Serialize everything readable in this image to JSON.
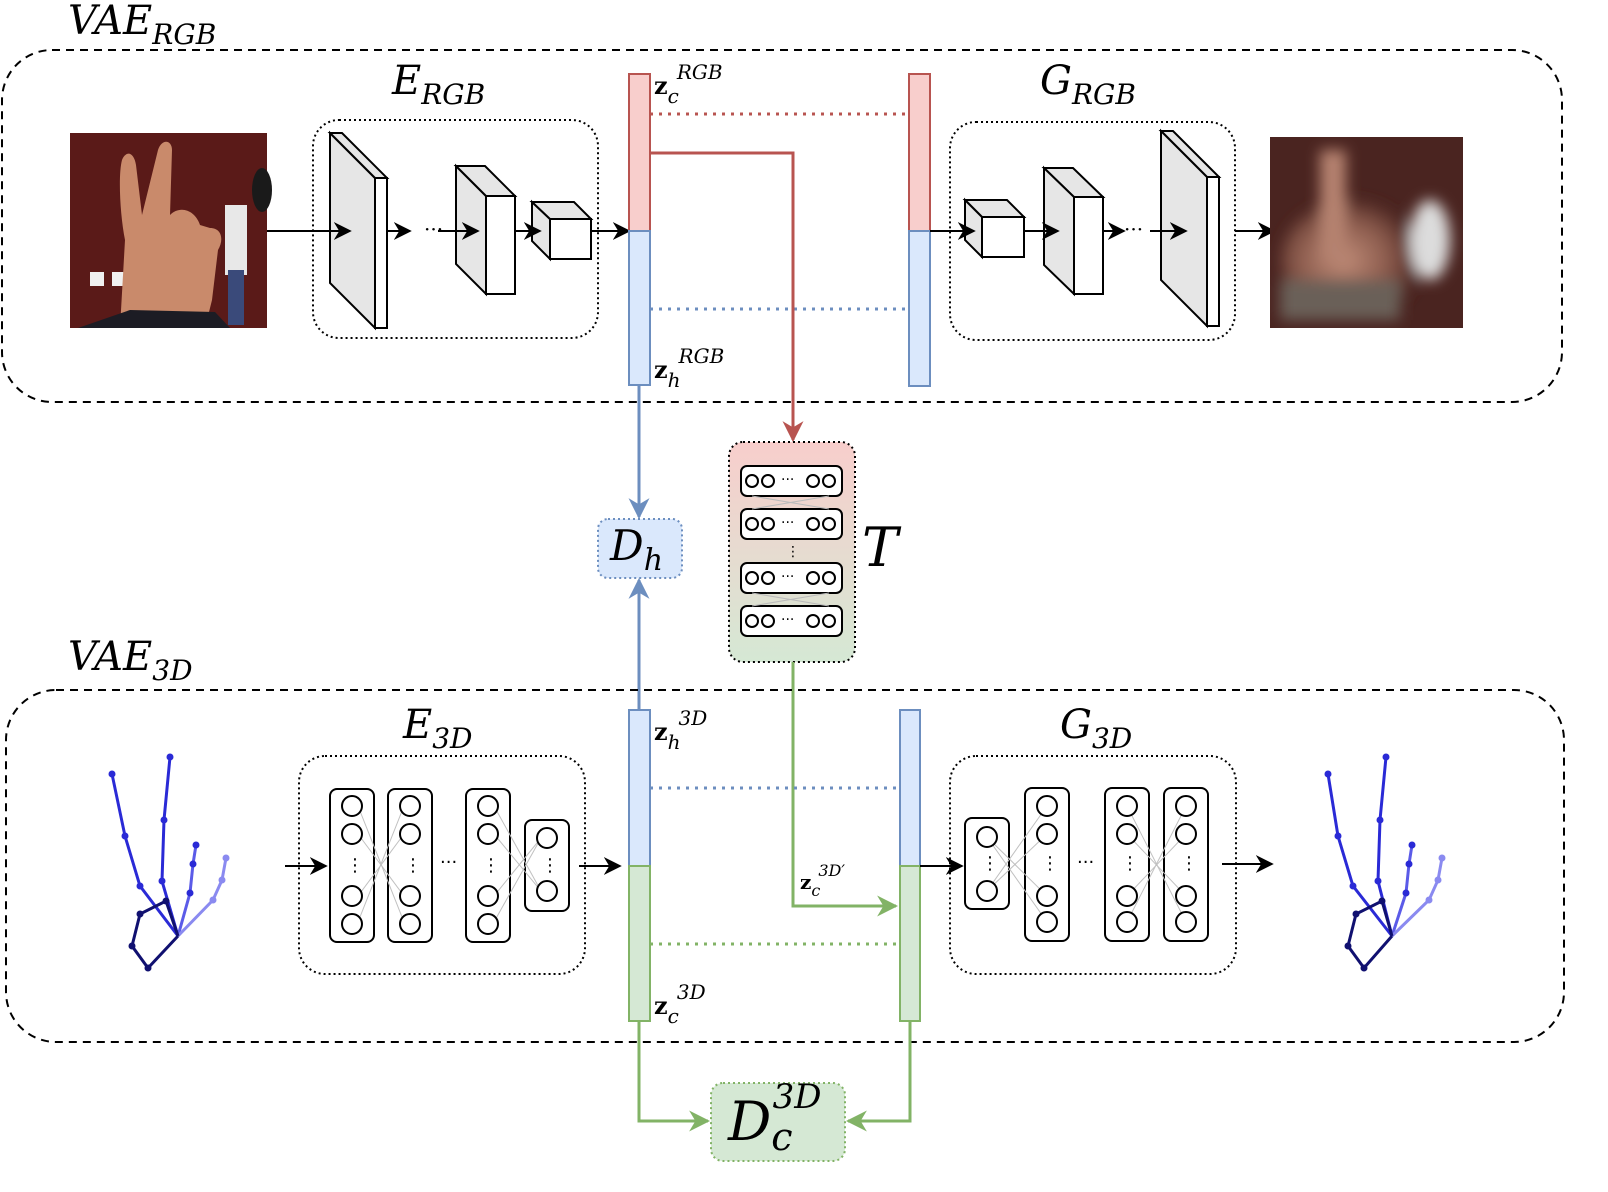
{
  "colors": {
    "red_fill": "#f8cecc",
    "red_stroke": "#b85450",
    "blue_fill": "#dae8fc",
    "blue_stroke": "#6c8ebf",
    "green_fill": "#d5e8d4",
    "green_stroke": "#82b366",
    "block_fill": "#e6e6e6",
    "rgb_image_bg": "#5a1a18",
    "rgb_image_hand": "#c98a6b",
    "skeleton_dark": "#101070",
    "skeleton_mid": "#2a2ad6",
    "skeleton_light": "#8a8af0"
  },
  "vae_rgb": {
    "label_main": "VAE",
    "label_sub": "RGB",
    "encoder_main": "E",
    "encoder_sub": "RGB",
    "generator_main": "G",
    "generator_sub": "RGB"
  },
  "vae_3d": {
    "label_main": "VAE",
    "label_sub": "3D",
    "encoder_main": "E",
    "encoder_sub": "3D",
    "generator_main": "G",
    "generator_sub": "3D"
  },
  "latents": {
    "zc_rgb_base": "z",
    "zc_rgb_sub": "c",
    "zc_rgb_sup": "RGB",
    "zh_rgb_base": "z",
    "zh_rgb_sub": "h",
    "zh_rgb_sup": "RGB",
    "zh_3d_base": "z",
    "zh_3d_sub": "h",
    "zh_3d_sup": "3D",
    "zc_3d_base": "z",
    "zc_3d_sub": "c",
    "zc_3d_sup": "3D",
    "zc_3d_prime_base": "z",
    "zc_3d_prime_sub": "c",
    "zc_3d_prime_sup": "3D′"
  },
  "discriminators": {
    "dh_main": "D",
    "dh_sub": "h",
    "dc_main": "D",
    "dc_sub": "c",
    "dc_sup": "3D"
  },
  "translator": {
    "label": "T"
  },
  "glyphs": {
    "ellipsis": "···",
    "vdots": "⋮"
  }
}
